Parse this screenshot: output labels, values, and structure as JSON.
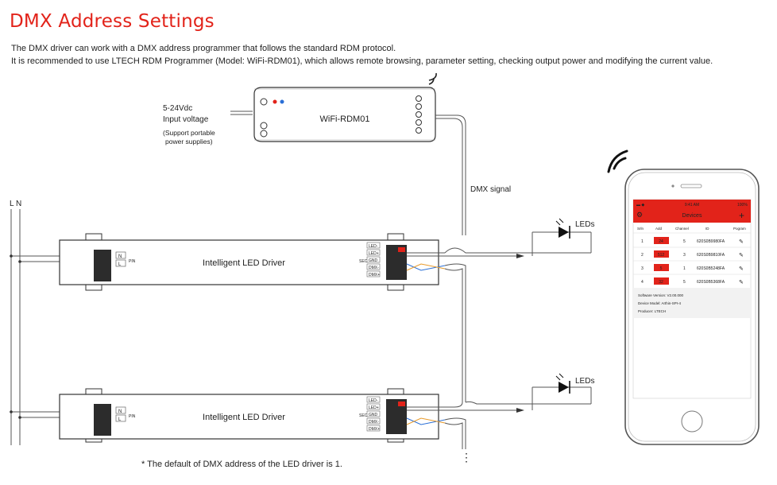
{
  "title": "DMX Address Settings",
  "intro": [
    "The DMX driver can work with a DMX address programmer that follows the standard RDM protocol.",
    "It is recommended to use LTECH RDM Programmer (Model: WiFi-RDM01), which allows remote browsing, parameter setting, checking output power and modifying the current value."
  ],
  "power": {
    "voltage": "5-24Vdc",
    "input": "Input voltage",
    "note_1": "(Support portable",
    "note_2": "power supplies)"
  },
  "programmer": {
    "name": "WiFi-RDM01"
  },
  "dmx_signal": "DMX signal",
  "mains": "L N",
  "led_label": "LEDs",
  "driver": {
    "name": "Intelligent LED Driver",
    "inputs": [
      "N",
      "L"
    ],
    "outputs": [
      "LED-",
      "LED+",
      "GND",
      "DMX-",
      "DMX+"
    ],
    "pin_tag": "PIN",
    "sec_tag": "SEC"
  },
  "phone": {
    "time": "9:41 AM",
    "battery": "100%",
    "screen_title": "Devices",
    "columns": [
      "Srln",
      "Add",
      "Channel",
      "ID",
      "Pogram"
    ],
    "rows": [
      {
        "n": "1",
        "addr": "24",
        "ch": "5",
        "id": "620S0B9980FA"
      },
      {
        "n": "2",
        "addr": "512",
        "ch": "3",
        "id": "620S0B9810FA"
      },
      {
        "n": "3",
        "addr": "5",
        "ch": "1",
        "id": "620S0B5248FA"
      },
      {
        "n": "4",
        "addr": "32",
        "ch": "5",
        "id": "620S0B5368FA"
      }
    ],
    "info": [
      "Software Version: V2.00.000",
      "Device Model: Arthin-SPI-4",
      "Producer: LTECH"
    ]
  },
  "more": "⋮",
  "footnote": "* The default of DMX address of the LED driver is 1."
}
